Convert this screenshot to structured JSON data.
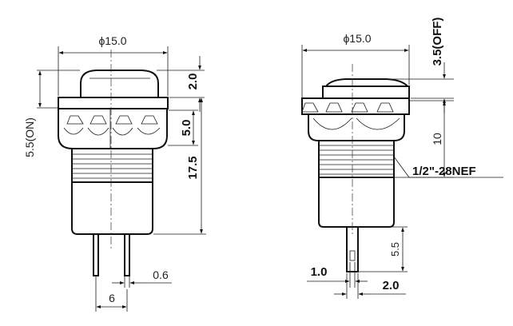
{
  "left_view": {
    "diameter": "ϕ15.0",
    "cap_height": "2.0",
    "on_travel": "5.5(ON)",
    "nut_height": "5.0",
    "body_length": "17.5",
    "pin_width": "0.6",
    "pin_spacing": "6"
  },
  "right_view": {
    "diameter": "ϕ15.0",
    "off_travel": "3.5(OFF)",
    "thread_length": "10",
    "thread_spec": "1/2\"-28NEF",
    "terminal_length": "5.5",
    "terminal_hole": "1.0",
    "terminal_width": "2.0"
  }
}
